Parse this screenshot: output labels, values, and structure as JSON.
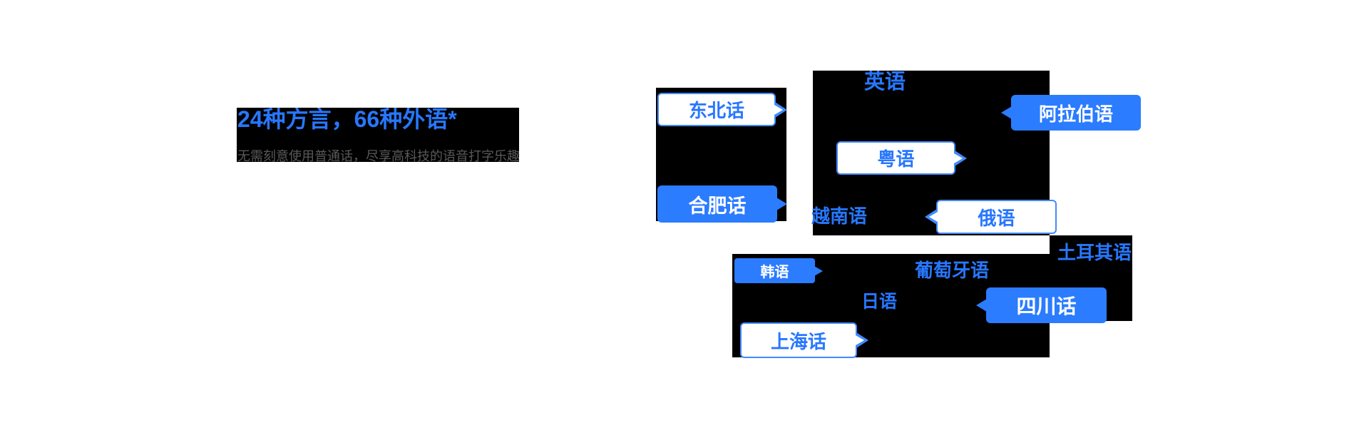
{
  "colors": {
    "accent_blue": "#2b7cfe",
    "text_blue": "#2777fe",
    "bubble_border_blue": "#418afe",
    "subtitle_gray": "#595959",
    "panel_black": "#000000",
    "page_background": "#ffffff"
  },
  "hero": {
    "title": "24种方言，66种外语*",
    "subtitle": "无需刻意使用普通话，尽享高科技的语音打字乐趣"
  },
  "language_tags": [
    {
      "text": "东北话",
      "style": "outline",
      "pointer": "right"
    },
    {
      "text": "阿拉伯语",
      "style": "solid",
      "pointer": "left"
    },
    {
      "text": "粤语",
      "style": "outline",
      "pointer": "right"
    },
    {
      "text": "俄语",
      "style": "outline",
      "pointer": "left"
    },
    {
      "text": "合肥话",
      "style": "solid",
      "pointer": "right"
    },
    {
      "text": "韩语",
      "style": "solid",
      "pointer": "right"
    },
    {
      "text": "四川话",
      "style": "solid",
      "pointer": "left"
    },
    {
      "text": "上海话",
      "style": "outline",
      "pointer": "right"
    },
    {
      "text": "英语",
      "style": "plain",
      "pointer": "none"
    },
    {
      "text": "越南语",
      "style": "plain",
      "pointer": "none"
    },
    {
      "text": "土耳其语",
      "style": "plain",
      "pointer": "none"
    },
    {
      "text": "葡萄牙语",
      "style": "plain",
      "pointer": "none"
    },
    {
      "text": "日语",
      "style": "plain",
      "pointer": "none"
    }
  ]
}
